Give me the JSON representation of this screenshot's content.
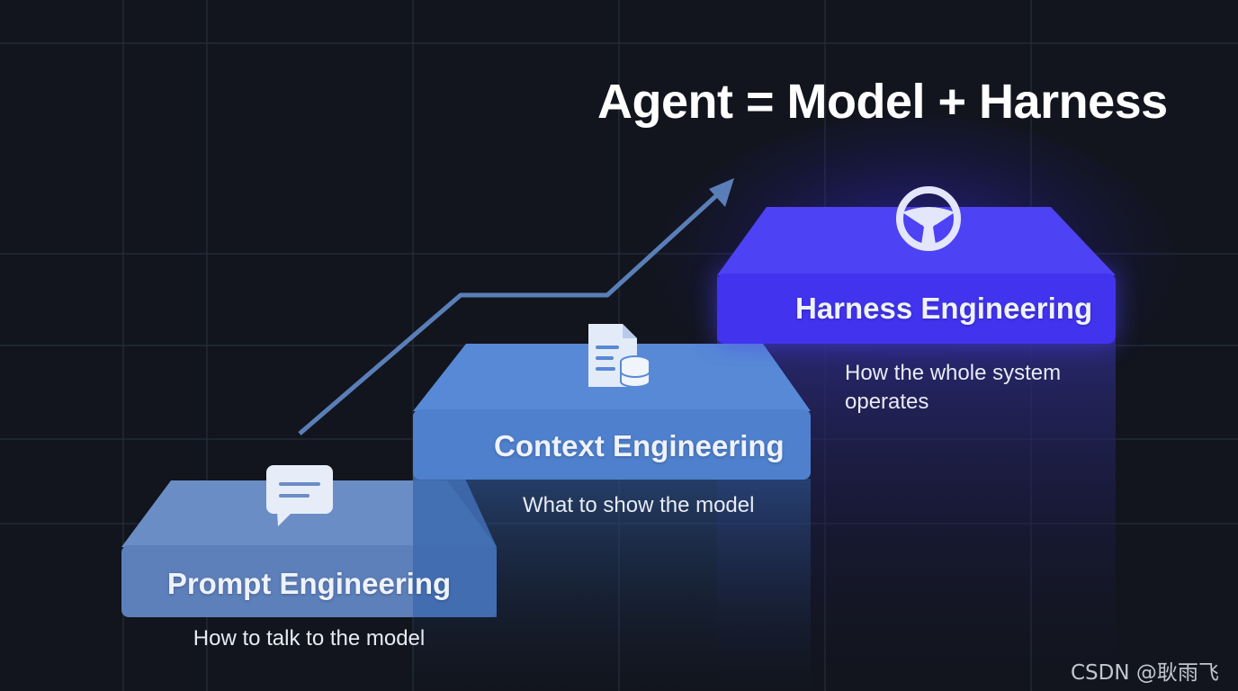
{
  "title": "Agent = Model + Harness",
  "steps": [
    {
      "label": "Prompt Engineering",
      "description": "How to talk to the model",
      "icon": "chat-bubble-icon",
      "color": "#6b8dc4"
    },
    {
      "label": "Context Engineering",
      "description": "What to show the model",
      "icon": "document-database-icon",
      "color": "#4f82cf"
    },
    {
      "label": "Harness Engineering",
      "description": "How the whole system operates",
      "icon": "steering-wheel-icon",
      "color": "#4a3cf2"
    }
  ],
  "arrow": {
    "color": "#5a7fb8",
    "icon": "growth-arrow"
  },
  "background": {
    "color": "#12151d",
    "grid_color": "#2a3140"
  },
  "watermark": "CSDN @耿雨飞"
}
